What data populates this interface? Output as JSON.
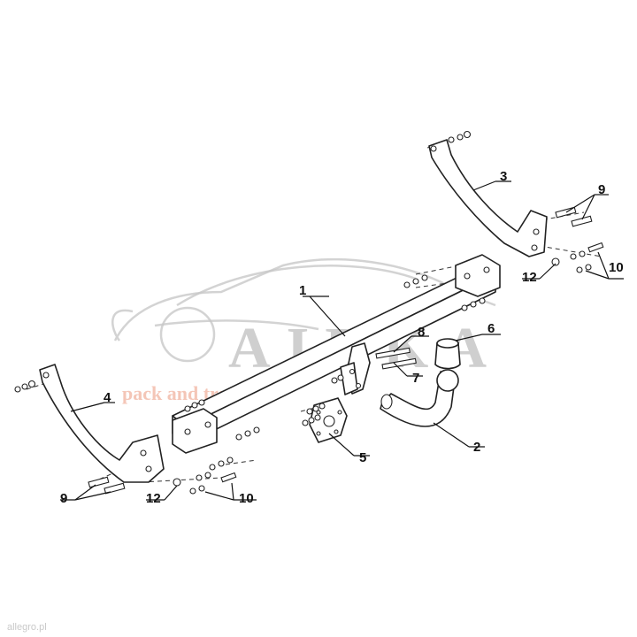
{
  "callouts": {
    "c1": "1",
    "c2": "2",
    "c3": "3",
    "c4": "4",
    "c5": "5",
    "c6": "6",
    "c7": "7",
    "c8": "8",
    "c9_right": "9",
    "c9_left": "9",
    "c10_right": "10",
    "c10_left": "10",
    "c12_right": "12",
    "c12_left": "12"
  },
  "watermark": {
    "letters": "AIRKA",
    "tagline": "pack and travel"
  },
  "site_mark": "allegro.pl"
}
